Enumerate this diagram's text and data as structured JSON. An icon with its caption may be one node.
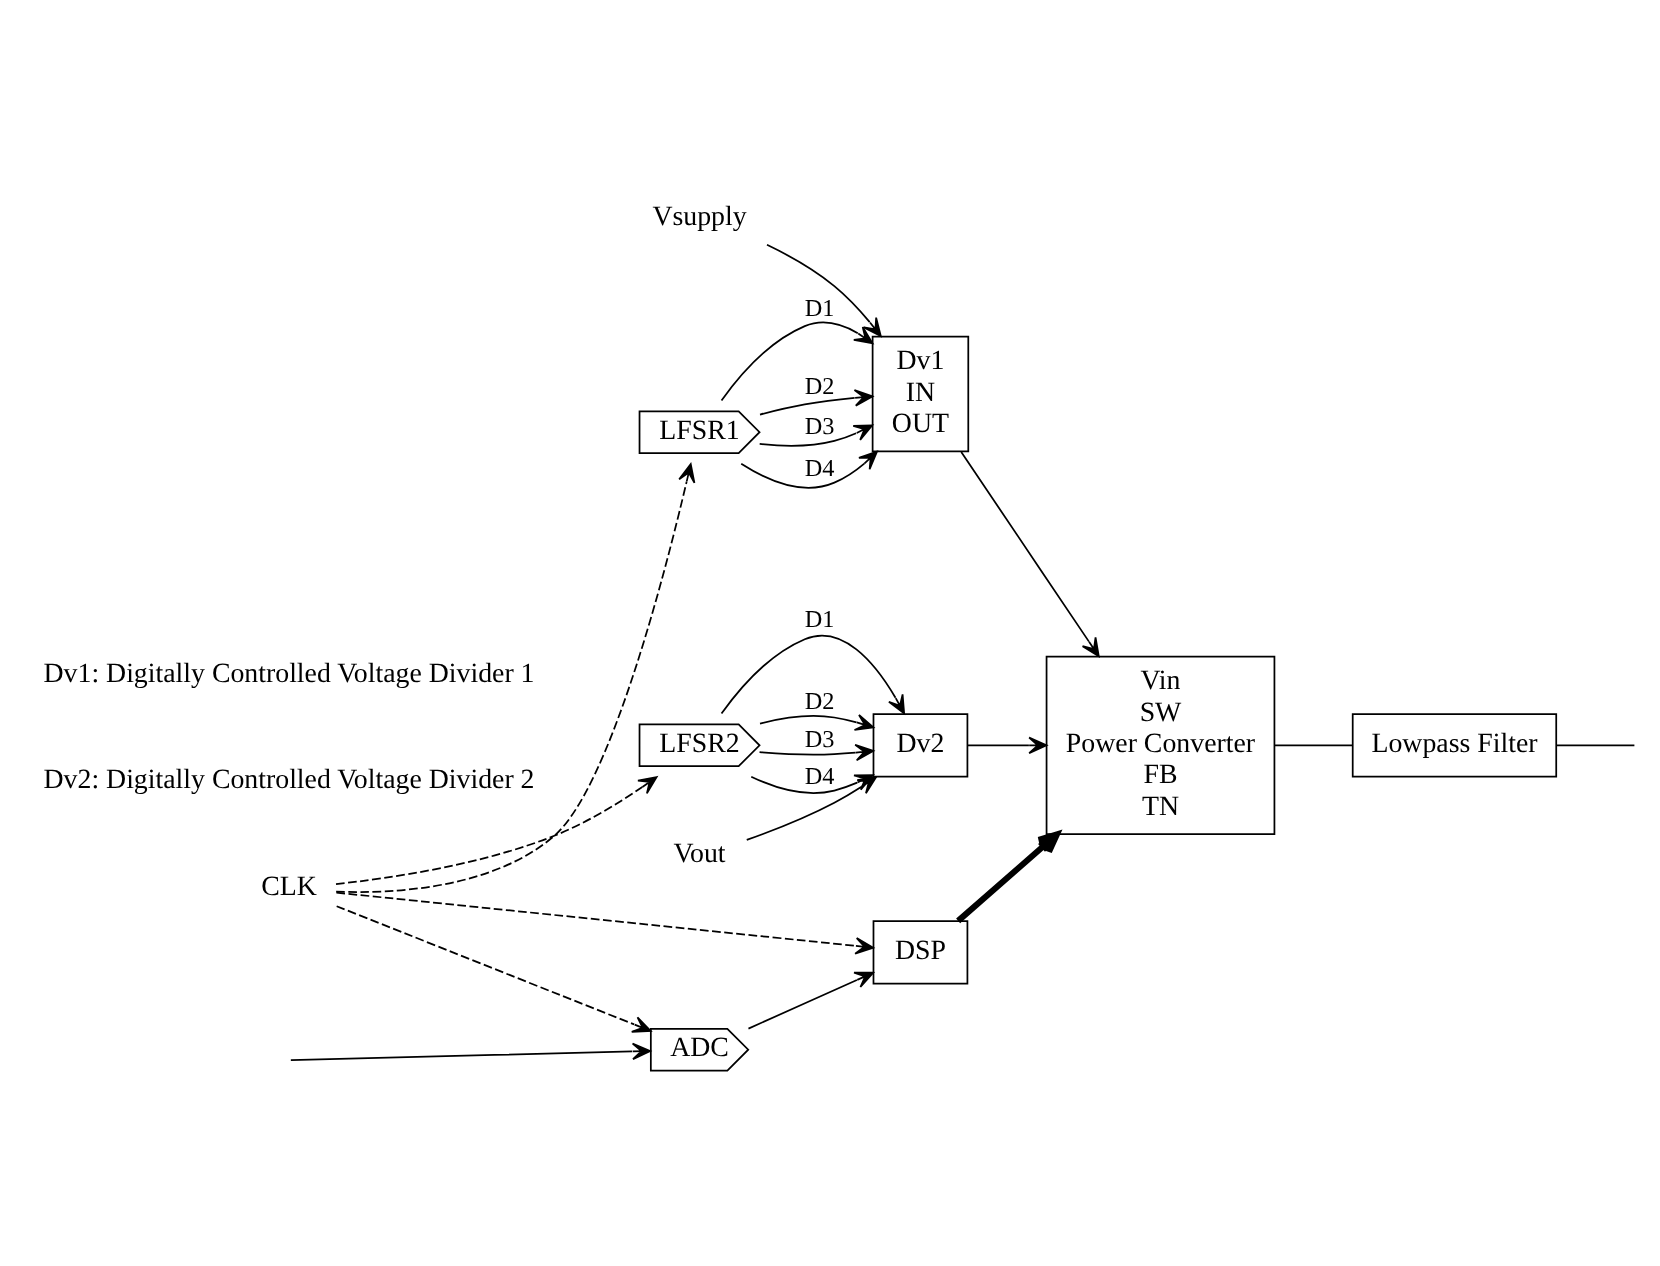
{
  "diagram": {
    "nodes": [
      {
        "text": [
          "Dv1",
          "IN",
          "OUT"
        ]
      },
      {
        "text": [
          "Vsupply"
        ]
      },
      {
        "text": [
          "LFSR1"
        ]
      },
      {
        "text": [
          "CLK"
        ]
      },
      {
        "text": [
          "Vin",
          "SW",
          "Power Converter",
          "FB",
          "TN"
        ]
      },
      {
        "text": [
          "Lowpass Filter"
        ]
      },
      {
        "text": [
          "LFSR2"
        ]
      },
      {
        "text": [
          "Dv2"
        ]
      },
      {
        "text": [
          "DSP"
        ]
      },
      {
        "text": [
          "ADC"
        ]
      },
      {
        "text": [
          "Vout"
        ]
      }
    ],
    "edges": [
      {
        "from": 1,
        "to": 0,
        "arrow": "to"
      },
      {
        "from": 2,
        "to": 0,
        "arrow": "to",
        "label": "D1"
      },
      {
        "from": 2,
        "to": 0,
        "arrow": "to",
        "label": "D2"
      },
      {
        "from": 2,
        "to": 0,
        "arrow": "to",
        "label": "D3"
      },
      {
        "from": 2,
        "to": 0,
        "arrow": "to",
        "label": "D4"
      },
      {
        "from": 0,
        "to": 4,
        "arrow": "to"
      },
      {
        "from": 3,
        "to": 2,
        "arrow": "to",
        "style": "dashed"
      },
      {
        "from": 3,
        "to": 6,
        "arrow": "to",
        "style": "dashed"
      },
      {
        "from": 4,
        "to": 5,
        "arrow": "none"
      },
      {
        "from": 5,
        "to": null,
        "arrow": "none"
      },
      {
        "from": 6,
        "to": 7,
        "arrow": "to",
        "label": "D1"
      },
      {
        "from": 6,
        "to": 7,
        "arrow": "to",
        "label": "D2"
      },
      {
        "from": 6,
        "to": 7,
        "arrow": "to",
        "label": "D3"
      },
      {
        "from": 6,
        "to": 7,
        "arrow": "to",
        "label": "D4"
      },
      {
        "from": 7,
        "to": 4,
        "arrow": "to"
      },
      {
        "from": 8,
        "to": 4,
        "arrow": "to",
        "style": "thick"
      },
      {
        "from": 10,
        "to": 7,
        "arrow": "to"
      },
      {
        "from": 9,
        "to": 8,
        "arrow": "to"
      },
      {
        "from": null,
        "to": 9,
        "arrow": "to"
      },
      {
        "from": 3,
        "to": 8,
        "arrow": "to",
        "style": "dashed"
      },
      {
        "from": 3,
        "to": 9,
        "arrow": "to",
        "style": "dashed"
      }
    ],
    "labels": [
      "Dv1: Digitally Controlled Voltage Divider 1",
      "Dv2: Digitally Controlled Voltage Divider 2"
    ]
  }
}
